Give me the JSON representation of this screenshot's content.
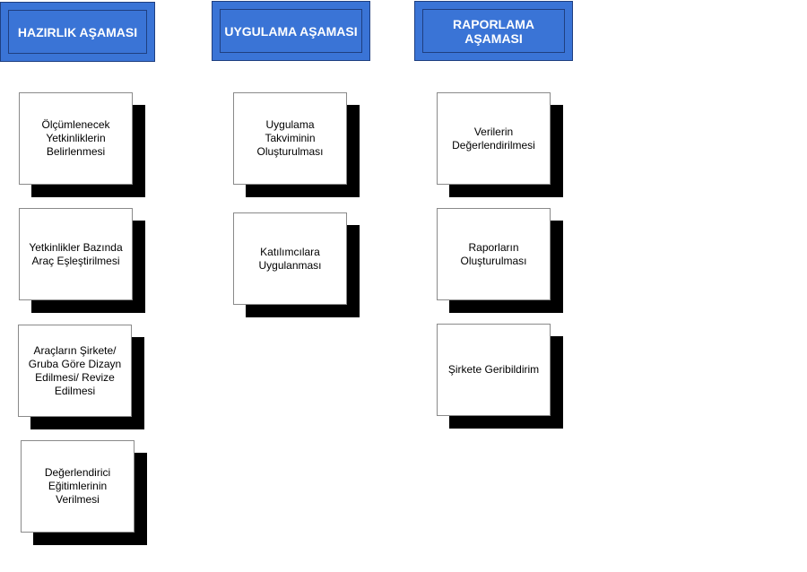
{
  "phases": [
    {
      "title": "HAZIRLIK AŞAMASI",
      "steps": [
        "Ölçümlenecek\nYetkinliklerin\nBelirlenmesi",
        "Yetkinlikler Bazında\nAraç Eşleştirilmesi",
        "Araçların Şirkete/\nGruba Göre Dizayn\nEdilmesi/ Revize\nEdilmesi",
        "Değerlendirici\nEğitimlerinin\nVerilmesi"
      ]
    },
    {
      "title": "UYGULAMA AŞAMASI",
      "steps": [
        "Uygulama Takviminin\nOluşturulması",
        "Katılımcılara\nUygulanması"
      ]
    },
    {
      "title": "RAPORLAMA\nAŞAMASI",
      "steps": [
        "Verilerin\nDeğerlendirilmesi",
        "Raporların\nOluşturulması",
        "Şirkete Geribildirim"
      ]
    }
  ]
}
